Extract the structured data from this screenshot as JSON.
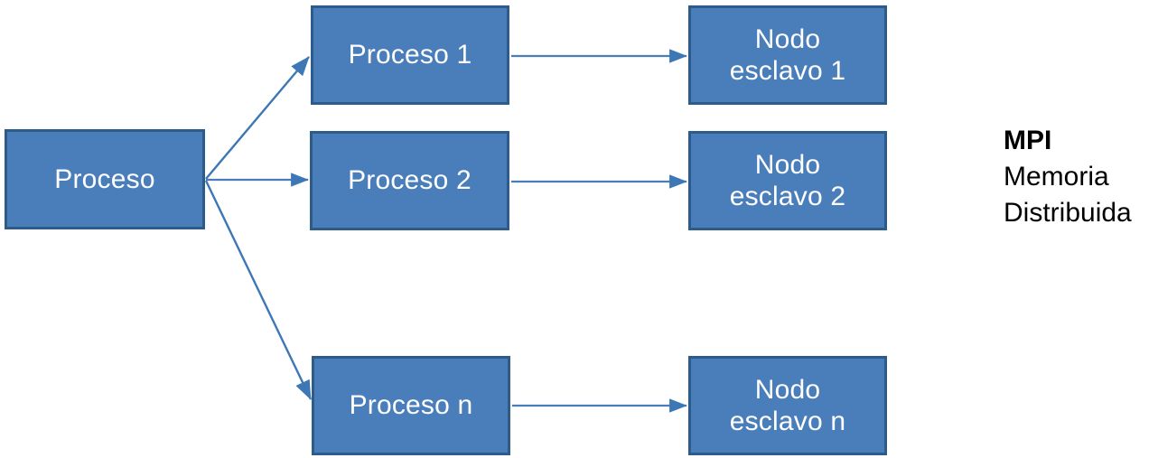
{
  "diagram": {
    "title": "MPI Memoria Distribuida",
    "colors": {
      "node_fill": "#4A7EBB",
      "node_border": "#2E5C8A",
      "node_text": "#FFFFFF",
      "edge": "#4A7EBB",
      "background": "#FFFFFF",
      "side_text": "#000000"
    },
    "nodes": {
      "root": {
        "label": "Proceso"
      },
      "process_1": {
        "label": "Proceso 1"
      },
      "process_2": {
        "label": "Proceso 2"
      },
      "process_n": {
        "label": "Proceso n"
      },
      "slave_node_1": {
        "label": "Nodo\nesclavo 1"
      },
      "slave_node_2": {
        "label": "Nodo\nesclavo 2"
      },
      "slave_node_n": {
        "label": "Nodo\nesclavo n"
      }
    },
    "edges": [
      {
        "name": "root-to-process-1",
        "from": "root",
        "to": "process_1",
        "style": "arrow"
      },
      {
        "name": "root-to-process-2",
        "from": "root",
        "to": "process_2",
        "style": "arrow"
      },
      {
        "name": "root-to-process-n",
        "from": "root",
        "to": "process_n",
        "style": "arrow"
      },
      {
        "name": "process-1-to-slave-node-1",
        "from": "process_1",
        "to": "slave_node_1",
        "style": "arrow"
      },
      {
        "name": "process-2-to-slave-node-2",
        "from": "process_2",
        "to": "slave_node_2",
        "style": "arrow"
      },
      {
        "name": "process-n-to-slave-node-n",
        "from": "process_n",
        "to": "slave_node_n",
        "style": "arrow"
      }
    ],
    "annotation": {
      "line_1": "MPI",
      "line_2": "Memoria",
      "line_3": "Distribuida"
    }
  }
}
